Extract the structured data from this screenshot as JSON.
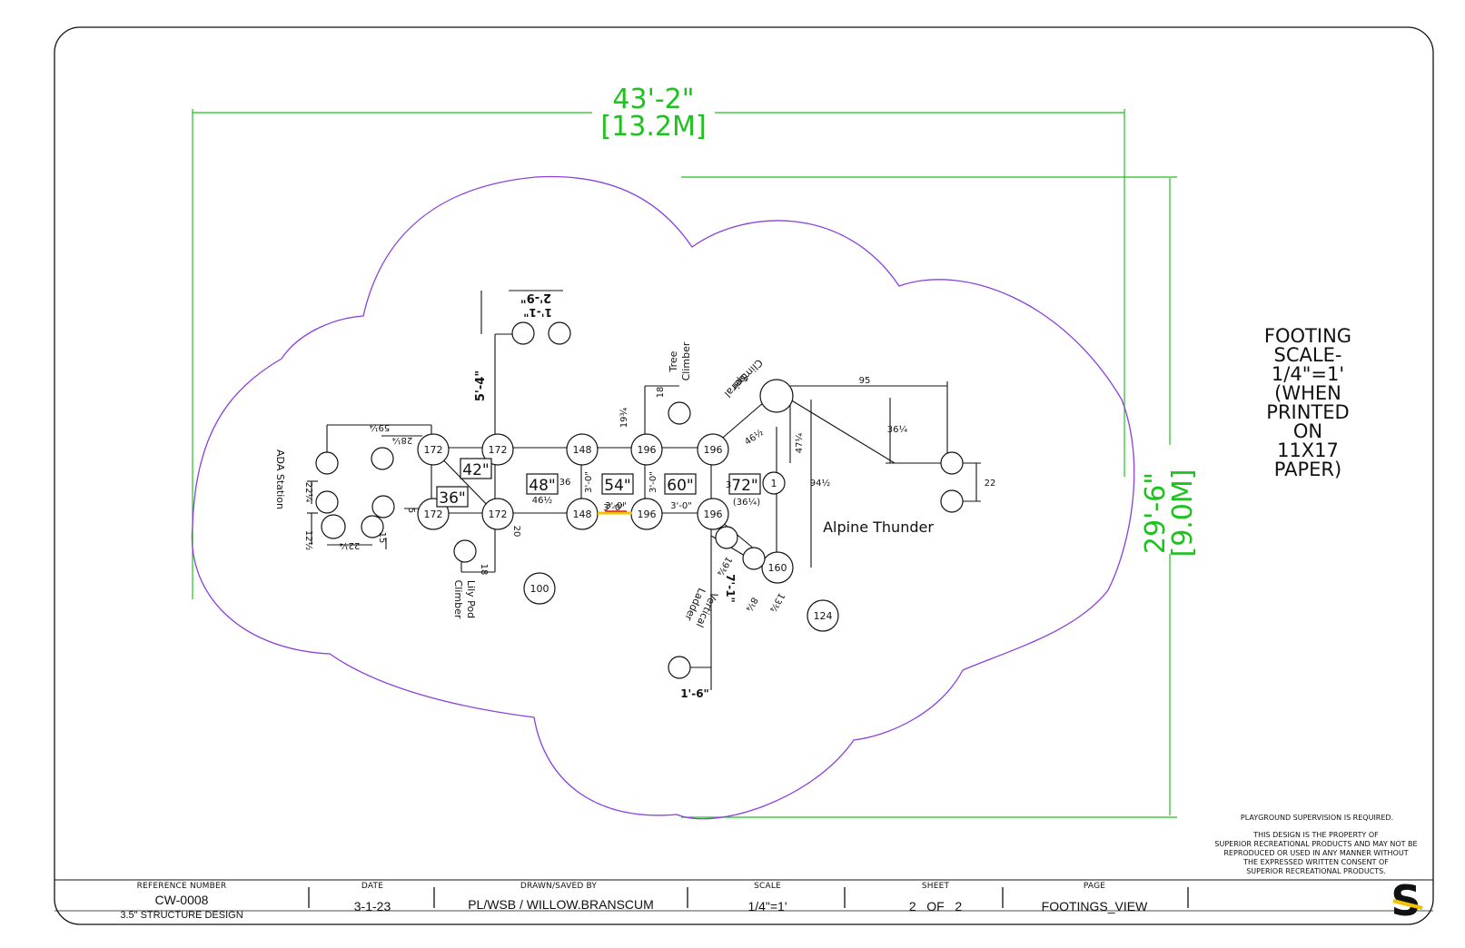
{
  "overall": {
    "width_ft": "43'-2\"",
    "width_m": "[13.2M]",
    "depth_ft": "29'-6\"",
    "depth_m": "[9.0M]"
  },
  "scale_note": [
    "FOOTING",
    "SCALE-",
    "1/4\"=1'",
    "(WHEN",
    "PRINTED",
    "ON",
    "11X17",
    "PAPER)"
  ],
  "structure_name": "Alpine Thunder",
  "components": {
    "ada": "ADA Station",
    "lily": [
      "Lily Pod",
      "Climber"
    ],
    "tree": [
      "Tree",
      "Climber"
    ],
    "spiral": [
      "Spiral",
      "Climber"
    ],
    "vertical": [
      "Vertical",
      "Ladder"
    ]
  },
  "posts": {
    "p1": "172",
    "p2": "172",
    "p3": "148",
    "p4": "196",
    "p5": "196",
    "p6": "172",
    "p7": "172",
    "p8": "148",
    "p9": "196",
    "p10": "196",
    "p11": "160",
    "p12": "100",
    "p13": "124",
    "p14": "1"
  },
  "deck_heights": {
    "d42": "42\"",
    "d36": "36\"",
    "d48": "48\"",
    "d54": "54\"",
    "d60": "60\"",
    "d72": "72\""
  },
  "dimensions": {
    "a": "5'-4\"",
    "b": "2'-9\"",
    "c": "1'-1\"",
    "d": "59¼",
    "e": "28¼",
    "f": "22¼",
    "g": "12½",
    "h": "22¼",
    "i": "15",
    "j": "5",
    "k": "20",
    "l": "18",
    "m": "46½",
    "n": "36",
    "o": "3'-0\"",
    "p": "3'-0\"",
    "q": "3'-0\"",
    "r": "3'-0\"",
    "s": "19¾",
    "t": "18",
    "u": "95",
    "v": "36¼",
    "w": "47¼",
    "x": "46½",
    "y": "94½",
    "z": "22",
    "aa": "(36¼)",
    "ab": "3",
    "ac": "7'-1\"",
    "ad": "19¾",
    "ae": "8¼",
    "af": "13¾",
    "ag": "1'-6\"",
    "ah": "3'-0\""
  },
  "notes": {
    "supervision": "PLAYGROUND SUPERVISION IS REQUIRED.",
    "property": [
      "THIS DESIGN IS THE PROPERTY OF",
      "SUPERIOR RECREATIONAL PRODUCTS AND MAY NOT BE",
      "REPRODUCED OR USED IN ANY MANNER WITHOUT",
      "THE EXPRESSED WRITTEN CONSENT OF",
      "SUPERIOR RECREATIONAL PRODUCTS."
    ]
  },
  "title_block": {
    "ref_label": "REFERENCE NUMBER",
    "ref_value": "CW-0008",
    "ref_sub": "3.5\" STRUCTURE DESIGN",
    "date_label": "DATE",
    "date_value": "3-1-23",
    "drawn_label": "DRAWN/SAVED BY",
    "drawn_value": "PL/WSB / WILLOW.BRANSCUM",
    "scale_label": "SCALE",
    "scale_value": "1/4\"=1'",
    "sheet_label": "SHEET",
    "sheet_value": "2   OF   2",
    "page_label": "PAGE",
    "page_value": "FOOTINGS_VIEW",
    "logo_letter": "S"
  },
  "colors": {
    "outline": "#8a3fe0",
    "dimension": "#1ec21e",
    "frame": "#111111",
    "logo": "#f2c200"
  }
}
